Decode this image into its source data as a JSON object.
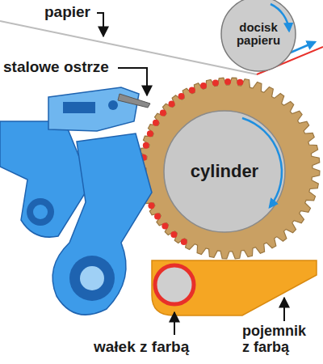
{
  "diagram": {
    "nodes": [
      {
        "text": [
          "docisk papieru"
        ]
      },
      {
        "text": [
          "cylinder"
        ]
      }
    ],
    "labels": [
      "papier",
      "stalowe ostrze",
      "wałek z farbą",
      "pojemnik z farbą"
    ]
  }
}
